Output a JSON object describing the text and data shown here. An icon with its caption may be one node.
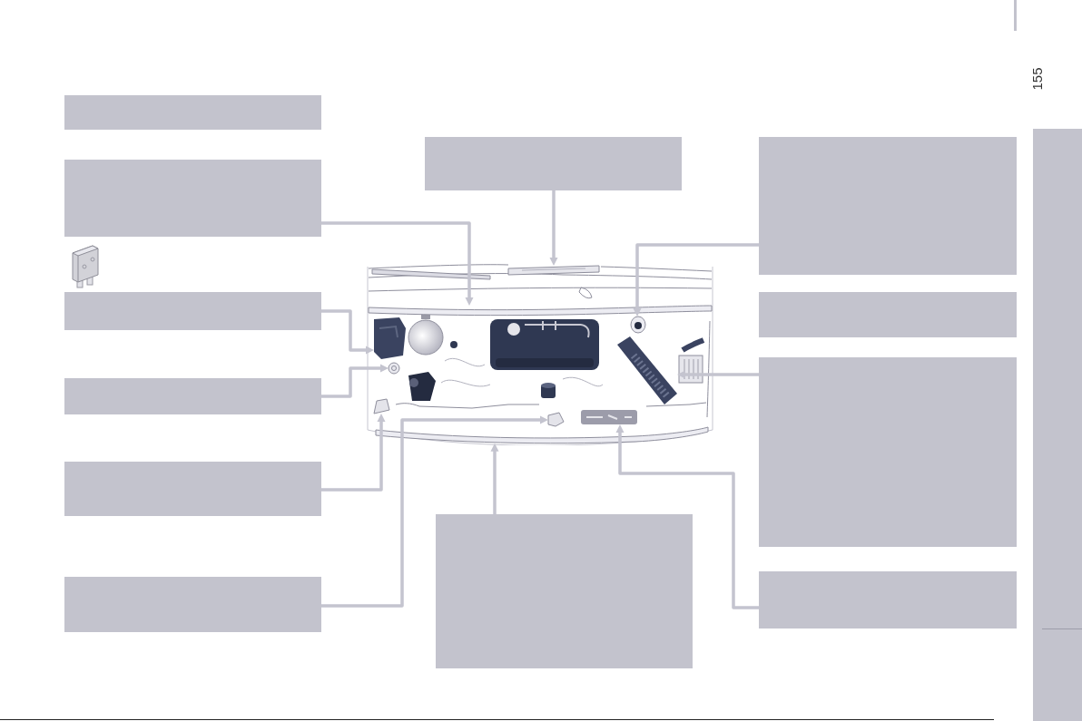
{
  "diagram": {
    "nodes": [
      {
        "text": [],
        "shape": "box"
      },
      {
        "text": [],
        "shape": "box"
      },
      {
        "text": [],
        "shape": "box"
      },
      {
        "text": [],
        "shape": "box"
      },
      {
        "text": [],
        "shape": "box"
      },
      {
        "text": [],
        "shape": "box"
      },
      {
        "text": [],
        "shape": "box"
      },
      {
        "text": [],
        "shape": "picture"
      },
      {
        "text": [],
        "shape": "picture",
        "in": 7
      },
      {
        "text": [],
        "shape": "picture",
        "in": 7
      },
      {
        "text": [],
        "shape": "picture",
        "in": 7
      },
      {
        "text": [],
        "shape": "picture",
        "in": 7
      },
      {
        "text": [],
        "shape": "picture",
        "in": 7
      },
      {
        "text": [],
        "shape": "picture",
        "in": 7
      },
      {
        "text": [],
        "shape": "picture",
        "in": 7
      },
      {
        "text": [],
        "shape": "picture",
        "in": 7
      },
      {
        "text": [],
        "shape": "picture",
        "in": 7
      },
      {
        "text": [],
        "shape": "picture",
        "in": 7
      },
      {
        "text": [],
        "shape": "box"
      },
      {
        "text": [],
        "shape": "box"
      },
      {
        "text": [],
        "shape": "box"
      },
      {
        "text": [],
        "shape": "box"
      },
      {
        "text": [],
        "shape": "box"
      }
    ],
    "edges": [
      {
        "from": 1,
        "to": 9,
        "arrow": "to"
      },
      {
        "from": 2,
        "to": 10,
        "arrow": "to"
      },
      {
        "from": 3,
        "to": 13,
        "arrow": "to"
      },
      {
        "from": 4,
        "to": 14,
        "arrow": "to"
      },
      {
        "from": 5,
        "to": 16,
        "arrow": "to"
      },
      {
        "from": 6,
        "to": 8,
        "arrow": "to"
      },
      {
        "from": 18,
        "to": 17,
        "arrow": "to"
      },
      {
        "from": 19,
        "to": 11,
        "arrow": "to"
      },
      {
        "from": 21,
        "to": 12,
        "arrow": "to"
      },
      {
        "from": 22,
        "to": 15,
        "arrow": "to"
      }
    ],
    "labels": [
      "155"
    ]
  }
}
